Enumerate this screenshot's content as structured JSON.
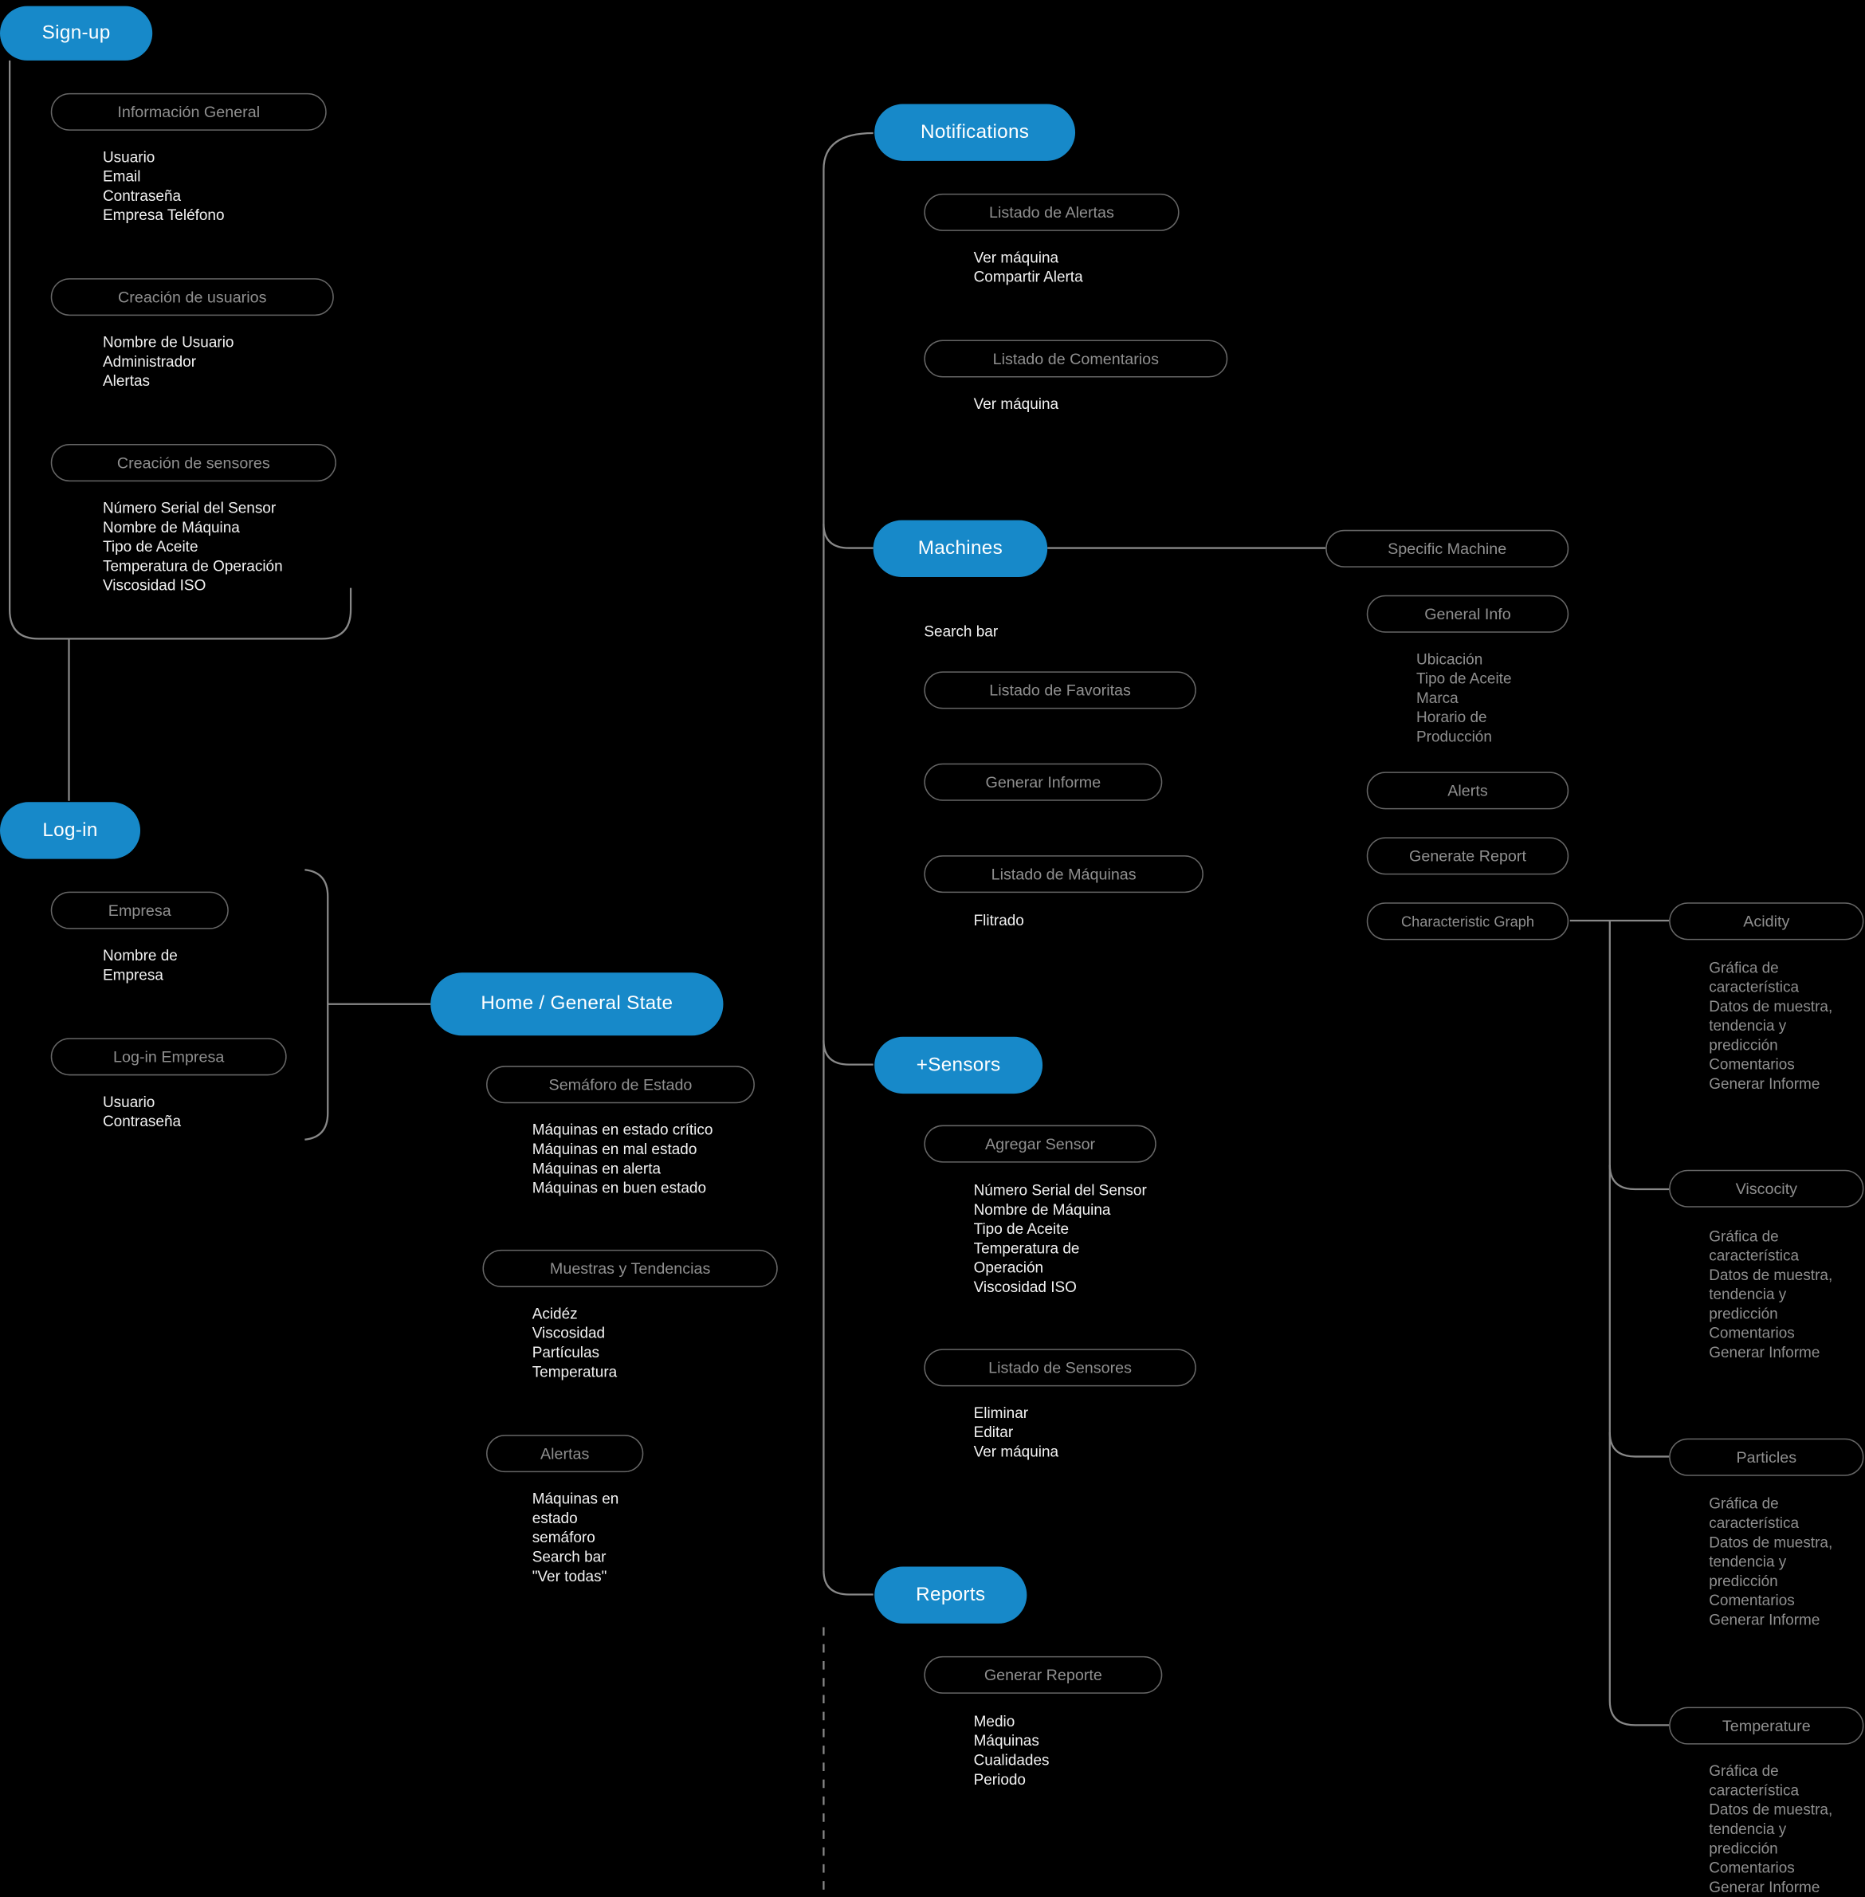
{
  "diagram": {
    "colors": {
      "background": "#000000",
      "node_fill": "#1789C9",
      "node_text": "#FFFFFF",
      "outline": "#666666",
      "muted_text": "#8F8F8F",
      "list_text": "#F2F2F2"
    },
    "nodes": {
      "signup": "Sign-up",
      "login": "Log-in",
      "home": "Home / General State",
      "notifications": "Notifications",
      "machines": "Machines",
      "sensors": "+Sensors",
      "reports": "Reports"
    },
    "subnodes": {
      "informacion_general": "Información General",
      "creacion_usuarios": "Creación de usuarios",
      "creacion_sensores": "Creación de sensores",
      "empresa": "Empresa",
      "login_empresa": "Log-in Empresa",
      "semaforo_estado": "Semáforo de Estado",
      "muestras_tendencias": "Muestras y Tendencias",
      "alertas": "Alertas",
      "listado_alertas": "Listado de Alertas",
      "listado_comentarios": "Listado de Comentarios",
      "listado_favoritas": "Listado de Favoritas",
      "generar_informe": "Generar Informe",
      "listado_maquinas": "Listado de Máquinas",
      "specific_machine": "Specific Machine",
      "general_info": "General Info",
      "alerts": "Alerts",
      "generate_report": "Generate Report",
      "characteristic_graph": "Characteristic Graph",
      "agregar_sensor": "Agregar Sensor",
      "listado_sensores": "Listado de Sensores",
      "generar_reporte": "Generar Reporte",
      "acidity": "Acidity",
      "viscocity": "Viscocity",
      "particles": "Particles",
      "temperature": "Temperature"
    },
    "lists": {
      "informacion_general": [
        "Usuario",
        "Email",
        "Contraseña",
        "Empresa Teléfono"
      ],
      "creacion_usuarios": [
        "Nombre de Usuario",
        "Administrador",
        "Alertas"
      ],
      "creacion_sensores": [
        "Número Serial del Sensor",
        "Nombre de Máquina",
        "Tipo de Aceite",
        "Temperatura de Operación",
        "Viscosidad ISO"
      ],
      "empresa": [
        "Nombre de",
        "Empresa"
      ],
      "login_empresa": [
        "Usuario",
        "Contraseña"
      ],
      "semaforo_estado": [
        "Máquinas en estado crítico",
        "Máquinas en mal estado",
        "Máquinas en alerta",
        "Máquinas en buen estado"
      ],
      "muestras_tendencias": [
        "Acidéz",
        "Viscosidad",
        "Partículas",
        "Temperatura"
      ],
      "alertas": [
        "Máquinas en",
        "estado",
        "semáforo",
        "Search bar",
        "\"Ver todas\""
      ],
      "listado_alertas": [
        "Ver máquina",
        "Compartir Alerta"
      ],
      "listado_comentarios": [
        "Ver máquina"
      ],
      "machines_search": "Search bar",
      "listado_maquinas": [
        "Flitrado"
      ],
      "general_info": [
        "Ubicación",
        "Tipo de Aceite",
        "Marca",
        "Horario de",
        "Producción"
      ],
      "agregar_sensor": [
        "Número Serial del Sensor",
        "Nombre de Máquina",
        "Tipo de Aceite",
        "Temperatura de",
        "Operación",
        "Viscosidad ISO"
      ],
      "listado_sensores": [
        "Eliminar",
        "Editar",
        "Ver máquina"
      ],
      "generar_reporte": [
        "Medio",
        "Máquinas",
        "Cualidades",
        "Periodo"
      ],
      "characteristic_detail": [
        "Gráfica de",
        "característica",
        "Datos de muestra,",
        "tendencia y",
        "predicción",
        "Comentarios",
        "Generar Informe"
      ]
    }
  }
}
